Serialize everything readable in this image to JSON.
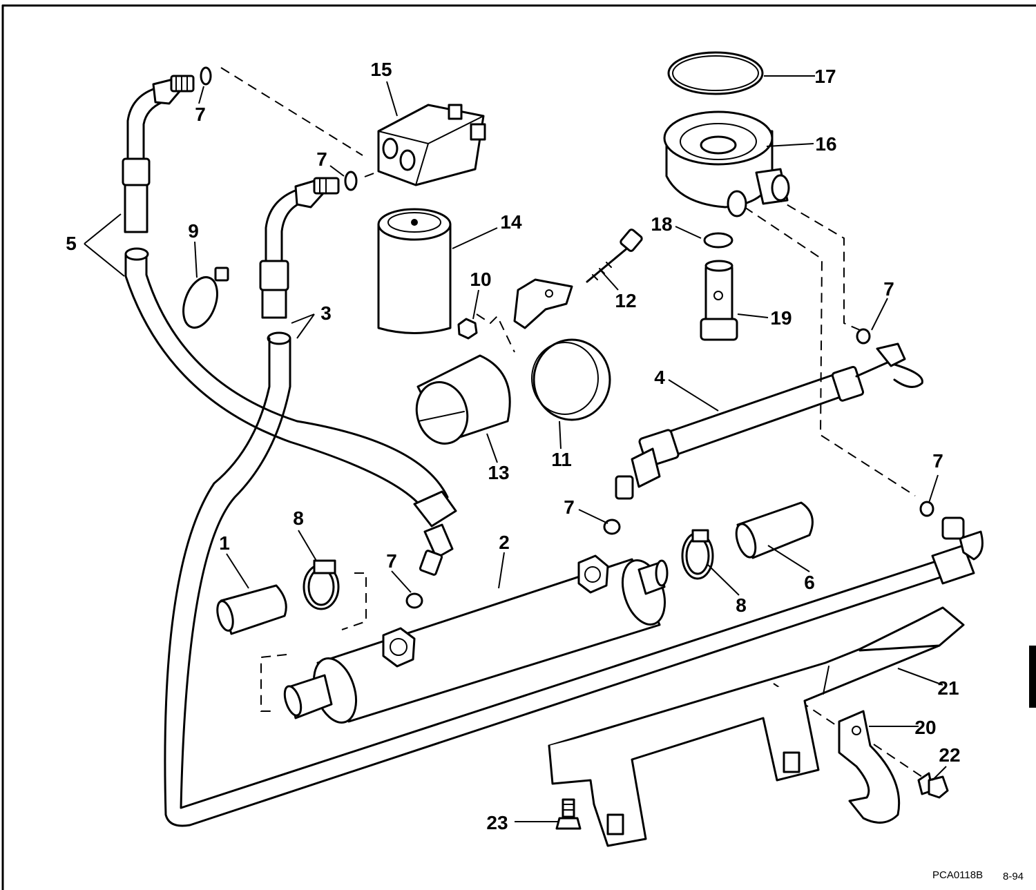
{
  "diagram": {
    "callouts": [
      {
        "id": "c15",
        "label": "15"
      },
      {
        "id": "c17",
        "label": "17"
      },
      {
        "id": "c7a",
        "label": "7"
      },
      {
        "id": "c16",
        "label": "16"
      },
      {
        "id": "c7b",
        "label": "7"
      },
      {
        "id": "c14",
        "label": "14"
      },
      {
        "id": "c18",
        "label": "18"
      },
      {
        "id": "c9",
        "label": "9"
      },
      {
        "id": "c5",
        "label": "5"
      },
      {
        "id": "c10",
        "label": "10"
      },
      {
        "id": "c12",
        "label": "12"
      },
      {
        "id": "c7c",
        "label": "7"
      },
      {
        "id": "c19",
        "label": "19"
      },
      {
        "id": "c3",
        "label": "3"
      },
      {
        "id": "c4",
        "label": "4"
      },
      {
        "id": "c11",
        "label": "11"
      },
      {
        "id": "c13",
        "label": "13"
      },
      {
        "id": "c7d",
        "label": "7"
      },
      {
        "id": "c7e",
        "label": "7"
      },
      {
        "id": "c8a",
        "label": "8"
      },
      {
        "id": "c1",
        "label": "1"
      },
      {
        "id": "c2",
        "label": "2"
      },
      {
        "id": "c7f",
        "label": "7"
      },
      {
        "id": "c6",
        "label": "6"
      },
      {
        "id": "c8b",
        "label": "8"
      },
      {
        "id": "c21",
        "label": "21"
      },
      {
        "id": "c20",
        "label": "20"
      },
      {
        "id": "c22",
        "label": "22"
      },
      {
        "id": "c23",
        "label": "23"
      }
    ],
    "drawing_code": "PCA0118B",
    "drawing_date": "8-94"
  }
}
